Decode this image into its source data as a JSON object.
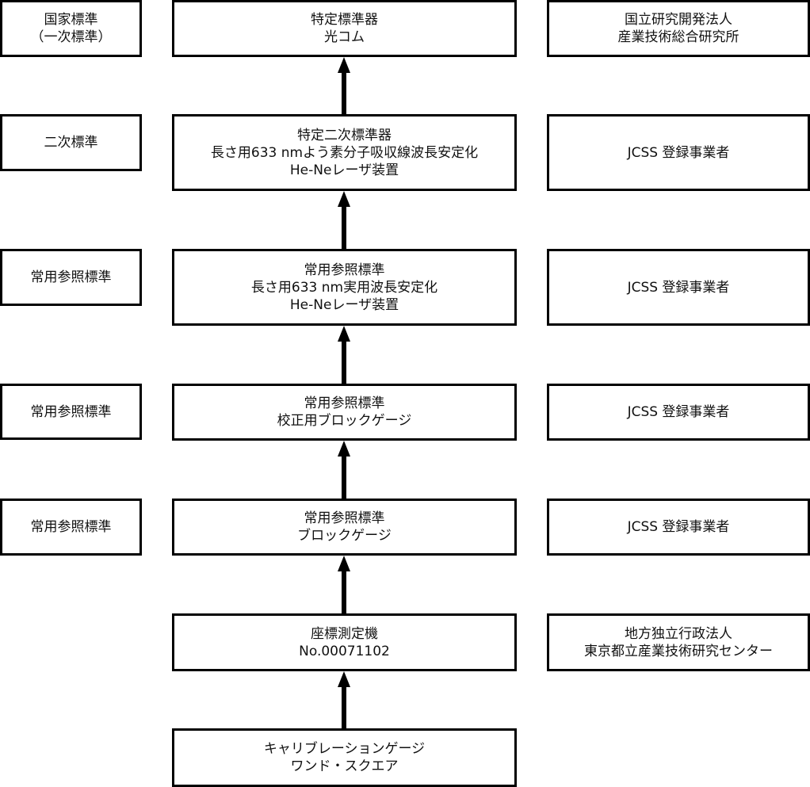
{
  "levels": [
    {
      "category": [
        "国家標準",
        "（一次標準）"
      ],
      "standard": [
        "特定標準器",
        "光コム"
      ],
      "holder": [
        "国立研究開発法人",
        "産業技術総合研究所"
      ]
    },
    {
      "category": [
        "二次標準"
      ],
      "standard": [
        "特定二次標準器",
        "長さ用633 nmよう素分子吸収線波長安定化",
        "He-Neレーザ装置"
      ],
      "holder": [
        "JCSS 登録事業者"
      ]
    },
    {
      "category": [
        "常用参照標準"
      ],
      "standard": [
        "常用参照標準",
        "長さ用633 nm実用波長安定化",
        "He-Neレーザ装置"
      ],
      "holder": [
        "JCSS 登録事業者"
      ]
    },
    {
      "category": [
        "常用参照標準"
      ],
      "standard": [
        "常用参照標準",
        "校正用ブロックゲージ"
      ],
      "holder": [
        "JCSS 登録事業者"
      ]
    },
    {
      "category": [
        "常用参照標準"
      ],
      "standard": [
        "常用参照標準",
        "ブロックゲージ"
      ],
      "holder": [
        "JCSS 登録事業者"
      ]
    },
    {
      "standard": [
        "座標測定機",
        "No.00071102"
      ],
      "holder": [
        "地方独立行政法人",
        "東京都立産業技術研究センター"
      ]
    },
    {
      "standard": [
        "キャリブレーションゲージ",
        "ワンド・スクエア"
      ]
    }
  ]
}
